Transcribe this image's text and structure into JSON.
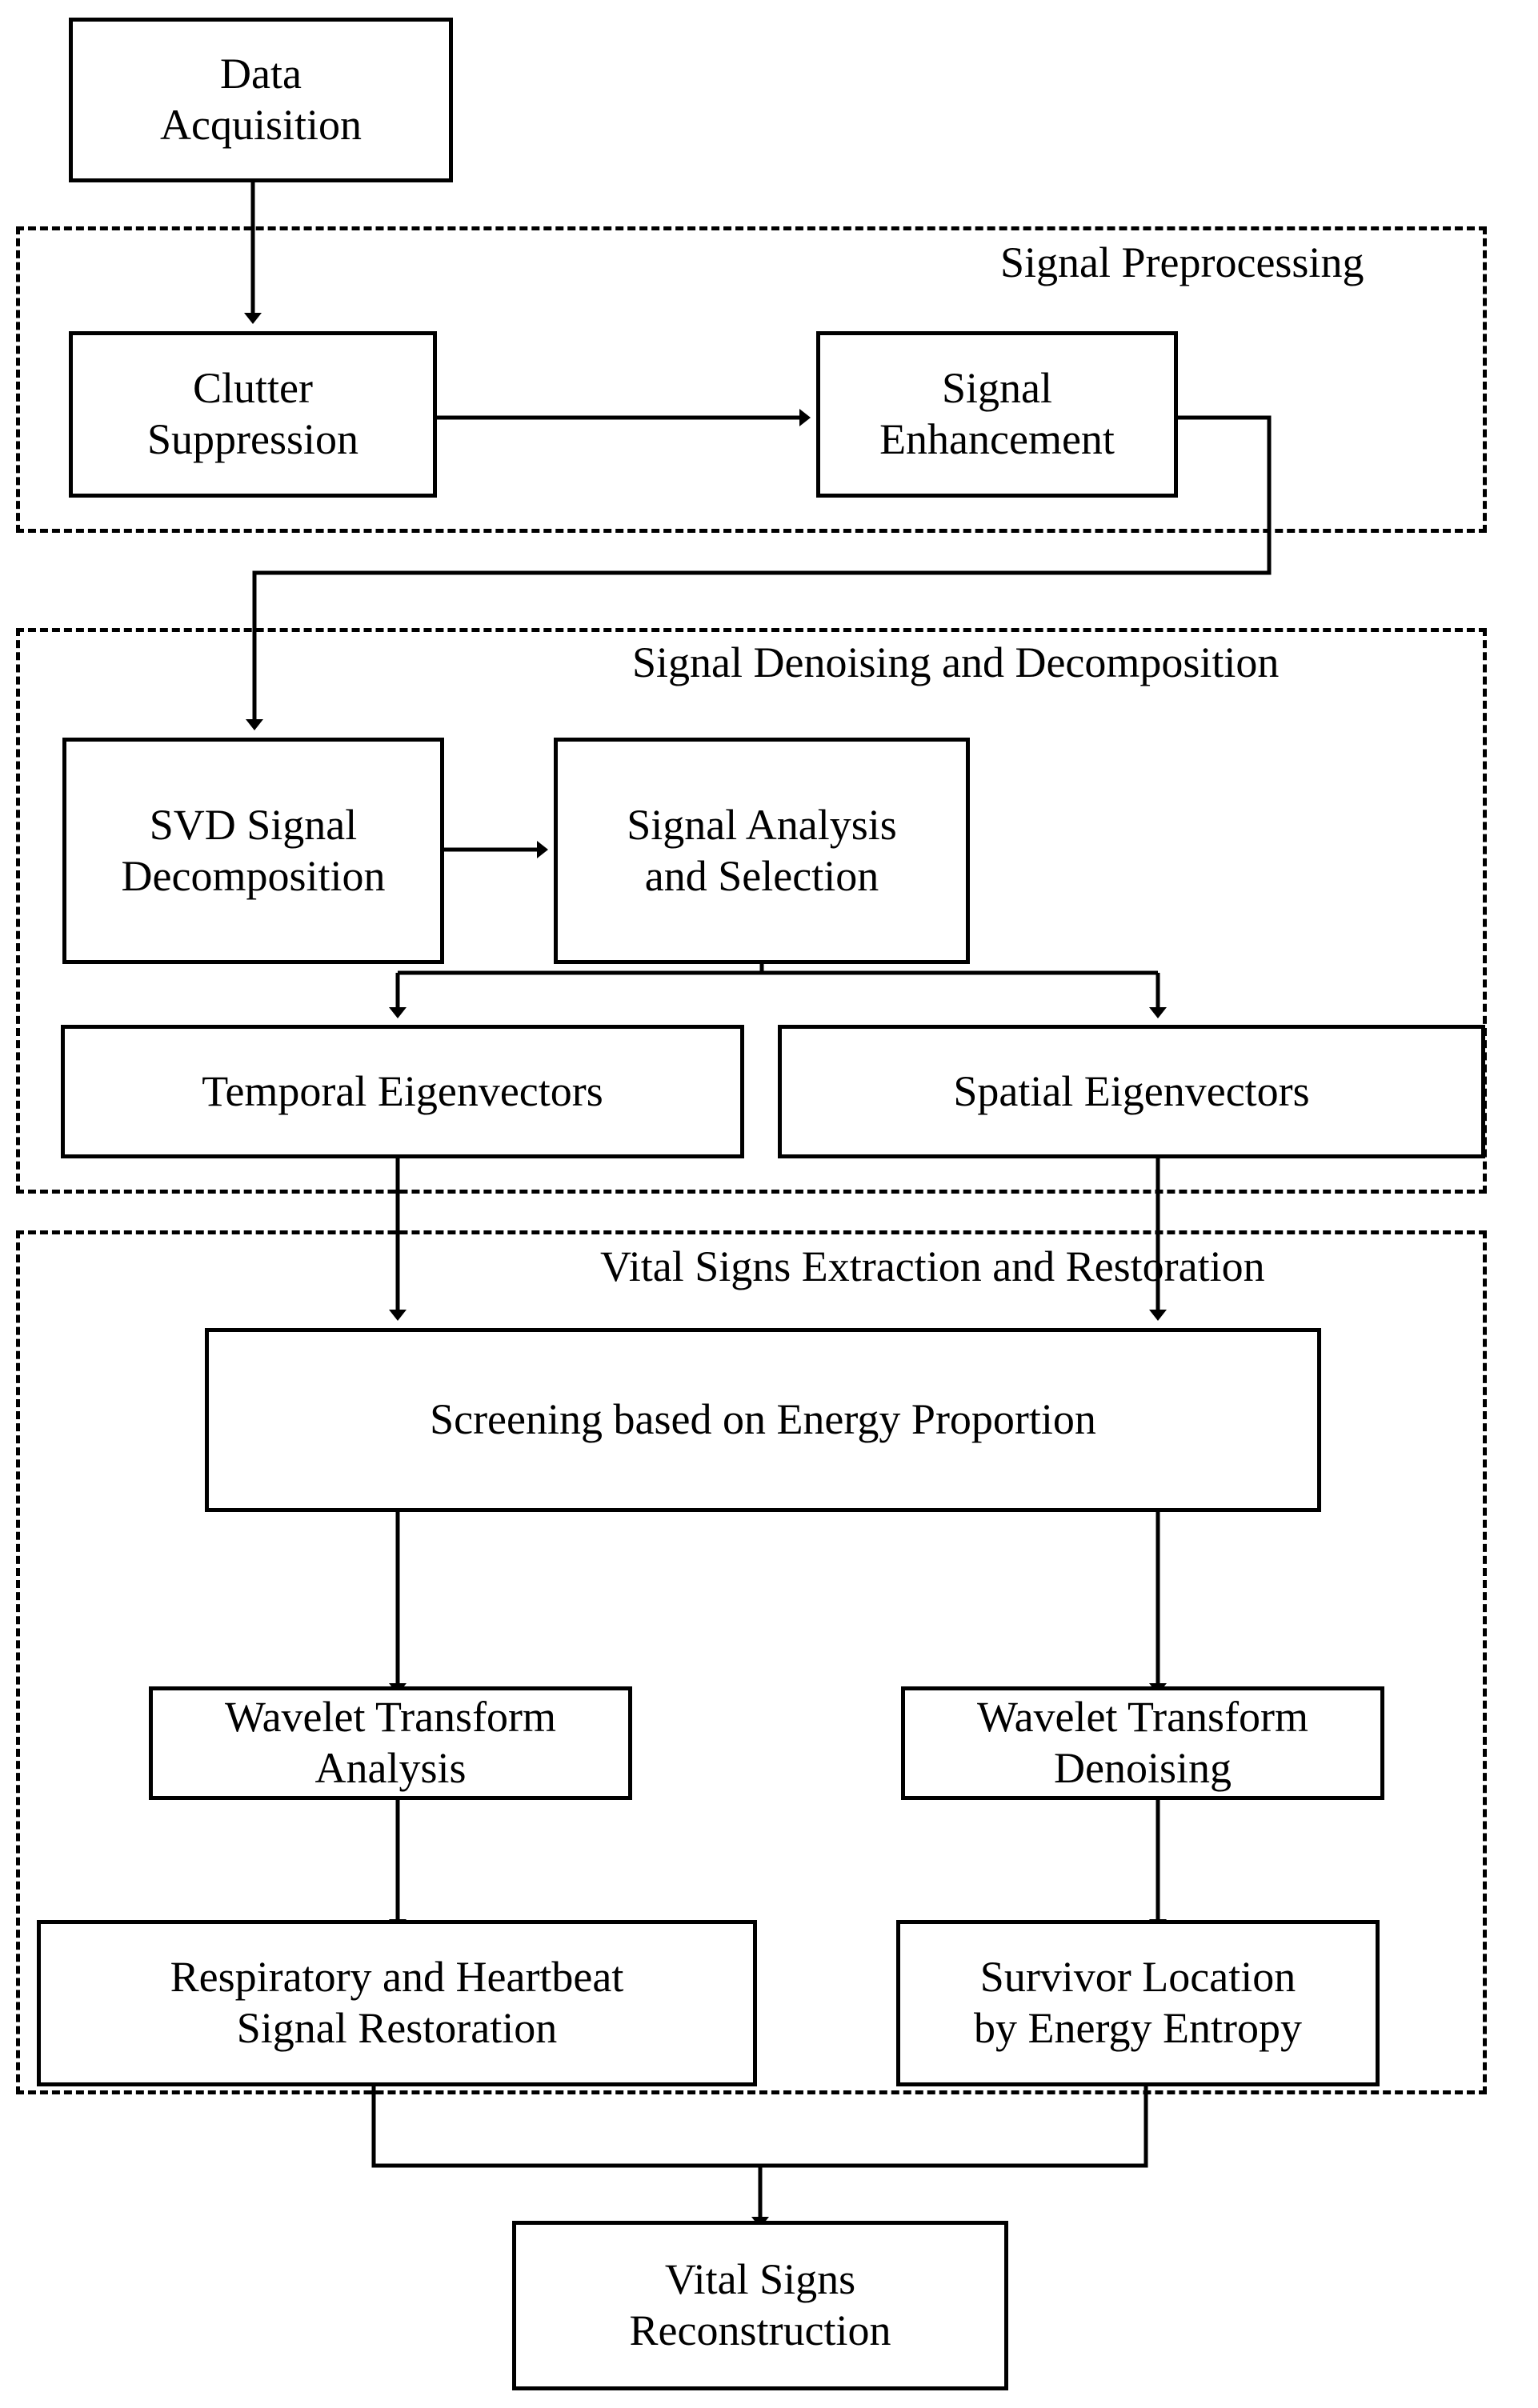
{
  "diagram": {
    "title": "Vital Signs Detection Signal Processing Flowchart",
    "type": "flowchart",
    "line_color": "#000000",
    "background_color": "#ffffff",
    "node_border_color": "#000000",
    "group_border_style": "dashed"
  },
  "groups": [
    {
      "id": "g1",
      "label": "Signal Preprocessing"
    },
    {
      "id": "g2",
      "label": "Signal Denoising and Decomposition"
    },
    {
      "id": "g3",
      "label": "Vital Signs Extraction and Restoration"
    }
  ],
  "nodes": [
    {
      "id": "n1",
      "line1": "Data",
      "line2": "Acquisition"
    },
    {
      "id": "n2",
      "line1": "Clutter",
      "line2": "Suppression"
    },
    {
      "id": "n3",
      "line1": "Signal",
      "line2": "Enhancement"
    },
    {
      "id": "n4",
      "line1": "SVD Signal",
      "line2": "Decomposition"
    },
    {
      "id": "n5",
      "line1": "Signal Analysis",
      "line2": "and Selection"
    },
    {
      "id": "n6",
      "line1": "Temporal Eigenvectors",
      "line2": ""
    },
    {
      "id": "n7",
      "line1": "Spatial Eigenvectors",
      "line2": ""
    },
    {
      "id": "n8",
      "line1": "Screening based on Energy Proportion",
      "line2": ""
    },
    {
      "id": "n9",
      "line1": "Wavelet Transform",
      "line2": "Analysis"
    },
    {
      "id": "n10",
      "line1": "Wavelet Transform",
      "line2": "Denoising"
    },
    {
      "id": "n11",
      "line1": "Respiratory and Heartbeat",
      "line2": "Signal Restoration"
    },
    {
      "id": "n12",
      "line1": "Survivor Location",
      "line2": "by Energy Entropy"
    },
    {
      "id": "n13",
      "line1": "Vital Signs",
      "line2": "Reconstruction"
    }
  ],
  "edges": [
    {
      "from": "n1",
      "to": "n2",
      "style": "arrow"
    },
    {
      "from": "n2",
      "to": "n3",
      "style": "arrow"
    },
    {
      "from": "n3",
      "to": "n4",
      "style": "arrow"
    },
    {
      "from": "n4",
      "to": "n5",
      "style": "arrow"
    },
    {
      "from": "n5",
      "to": "n6",
      "style": "arrow"
    },
    {
      "from": "n5",
      "to": "n7",
      "style": "arrow"
    },
    {
      "from": "n6",
      "to": "n8",
      "style": "arrow"
    },
    {
      "from": "n7",
      "to": "n8",
      "style": "arrow"
    },
    {
      "from": "n8",
      "to": "n9",
      "style": "arrow"
    },
    {
      "from": "n8",
      "to": "n10",
      "style": "arrow"
    },
    {
      "from": "n9",
      "to": "n11",
      "style": "arrow"
    },
    {
      "from": "n10",
      "to": "n12",
      "style": "arrow"
    },
    {
      "from": "n11",
      "to": "n13",
      "style": "arrow"
    },
    {
      "from": "n12",
      "to": "n13",
      "style": "arrow"
    }
  ]
}
